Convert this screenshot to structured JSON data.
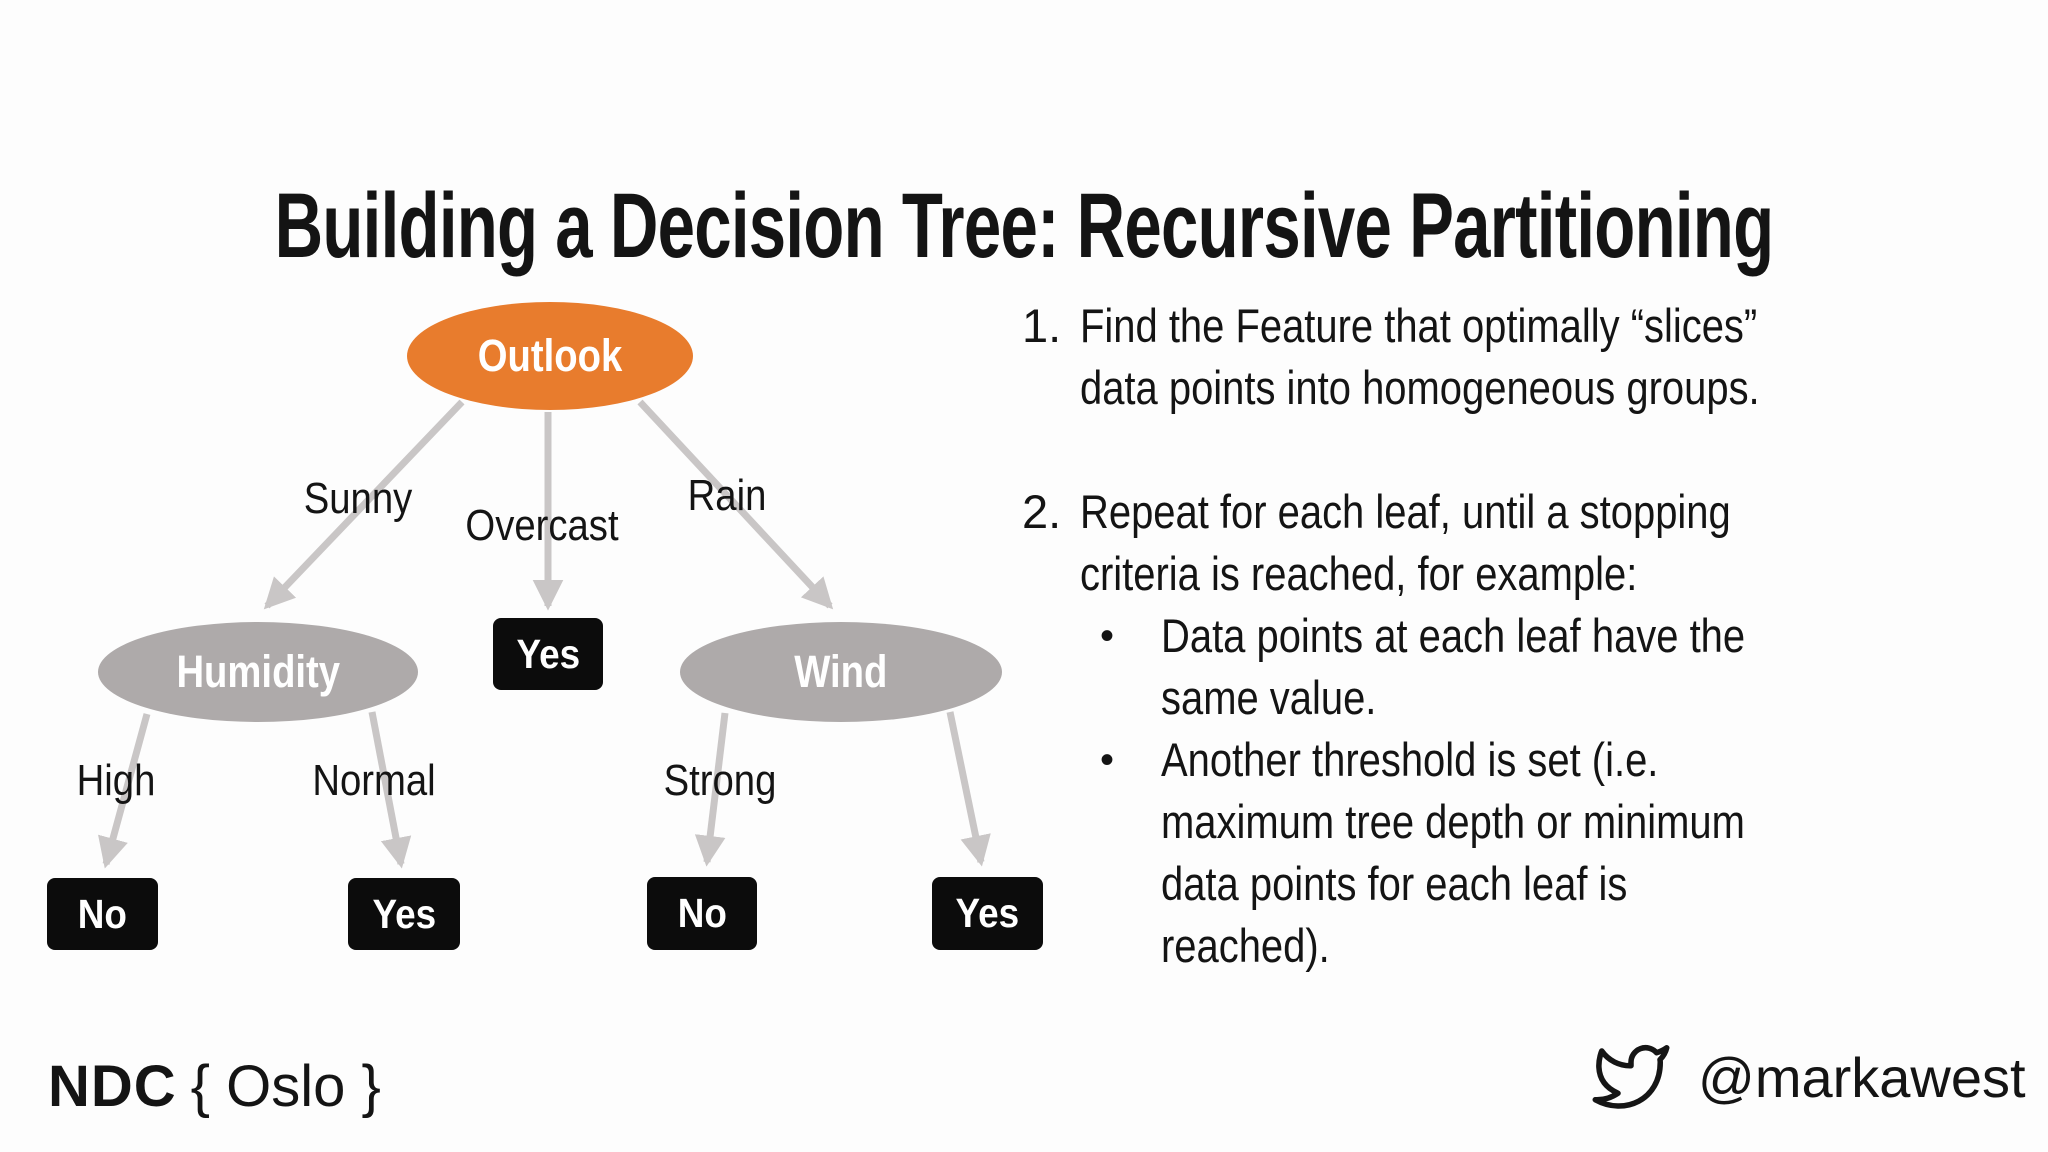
{
  "slide": {
    "title": "Building a Decision Tree: Recursive Partitioning",
    "colors": {
      "node_orange": "#e87c2d",
      "node_gray": "#aeaaaa",
      "edge_gray": "#c9c6c6",
      "leaf_black": "#0c0c0c",
      "text_black": "#141414",
      "background": "#fdfdfd"
    }
  },
  "tree": {
    "nodes": {
      "outlook": {
        "label": "Outlook",
        "type": "decision-node"
      },
      "humidity": {
        "label": "Humidity",
        "type": "decision-node"
      },
      "wind": {
        "label": "Wind",
        "type": "decision-node"
      },
      "overcast_leaf": {
        "label": "Yes",
        "type": "leaf"
      },
      "high_leaf": {
        "label": "No",
        "type": "leaf"
      },
      "normal_leaf": {
        "label": "Yes",
        "type": "leaf"
      },
      "strong_leaf": {
        "label": "No",
        "type": "leaf"
      },
      "weak_leaf": {
        "label": "Yes",
        "type": "leaf"
      }
    },
    "edge_labels": {
      "sunny": "Sunny",
      "overcast": "Overcast",
      "rain": "Rain",
      "high": "High",
      "normal": "Normal",
      "strong": "Strong"
    }
  },
  "steps": [
    {
      "number": "1.",
      "lines": [
        "Find the Feature that optimally “slices”",
        "data points into homogeneous groups."
      ]
    },
    {
      "number": "2.",
      "lines": [
        "Repeat for each leaf, until a stopping",
        "criteria is reached, for example:"
      ],
      "bullets": [
        {
          "marker": "•",
          "lines": [
            "Data points at each leaf have the",
            "same value."
          ]
        },
        {
          "marker": "•",
          "lines": [
            "Another threshold is set (i.e.",
            "maximum tree depth or minimum",
            "data points for each leaf is",
            "reached)."
          ]
        }
      ]
    }
  ],
  "footer": {
    "ndc": "NDC",
    "ndc_suffix": "{ Oslo }",
    "twitter_handle": "@markawest"
  }
}
